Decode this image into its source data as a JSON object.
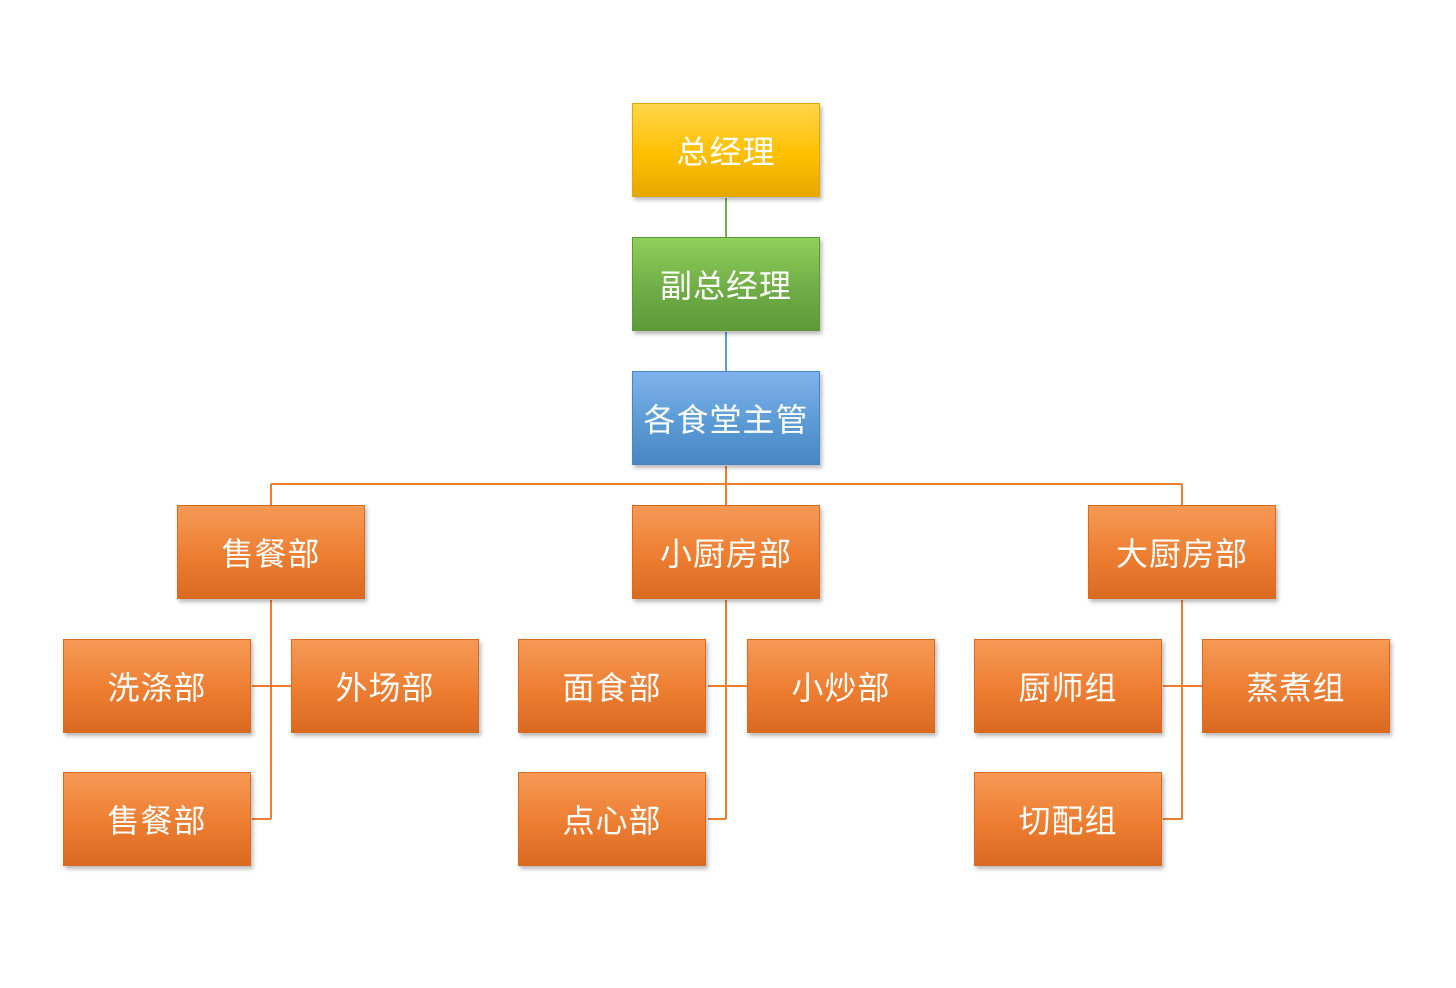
{
  "org_chart": {
    "general_manager": "总经理",
    "deputy_general_manager": "副总经理",
    "canteen_supervisors": "各食堂主管",
    "departments": [
      {
        "name": "售餐部",
        "units": [
          "洗涤部",
          "外场部",
          "售餐部"
        ]
      },
      {
        "name": "小厨房部",
        "units": [
          "面食部",
          "小炒部",
          "点心部"
        ]
      },
      {
        "name": "大厨房部",
        "units": [
          "厨师组",
          "蒸煮组",
          "切配组"
        ]
      }
    ]
  },
  "colors": {
    "level_1": "#ffc000",
    "level_2": "#70ad47",
    "level_3": "#5b9bd5",
    "departments": "#ed7d31",
    "connector_top": "#70ad47",
    "connector_mid": "#5b9bd5",
    "connector_org": "#ed7d31"
  }
}
